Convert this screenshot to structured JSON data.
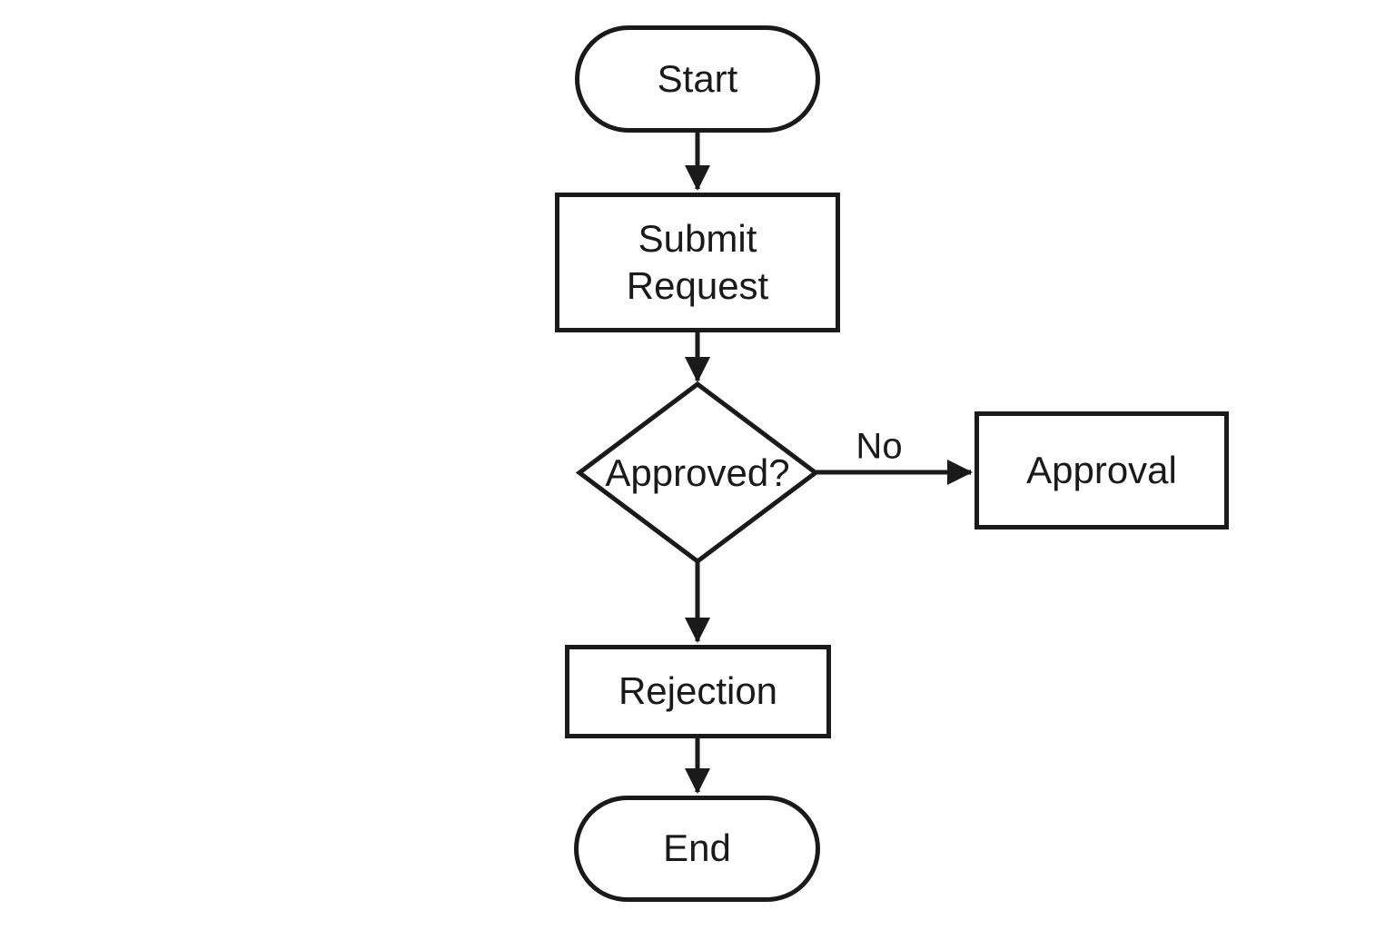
{
  "flowchart": {
    "nodes": {
      "start": {
        "label": "Start",
        "type": "terminator"
      },
      "submit_request": {
        "label": "Submit Request",
        "type": "process"
      },
      "approved": {
        "label": "Approved?",
        "type": "decision"
      },
      "approval": {
        "label": "Approval",
        "type": "process"
      },
      "rejection": {
        "label": "Rejection",
        "type": "process"
      },
      "end": {
        "label": "End",
        "type": "terminator"
      }
    },
    "edges": {
      "start_to_submit": {
        "from": "start",
        "to": "submit_request",
        "label": ""
      },
      "submit_to_approved": {
        "from": "submit_request",
        "to": "approved",
        "label": ""
      },
      "approved_to_approval": {
        "from": "approved",
        "to": "approval",
        "label": "No"
      },
      "approved_to_rejection": {
        "from": "approved",
        "to": "rejection",
        "label": ""
      },
      "rejection_to_end": {
        "from": "rejection",
        "to": "end",
        "label": ""
      }
    },
    "colors": {
      "stroke": "#1a1a1a",
      "node_fill": "#ffffff",
      "background": "#fefefe",
      "text": "#1a1a1a"
    }
  }
}
